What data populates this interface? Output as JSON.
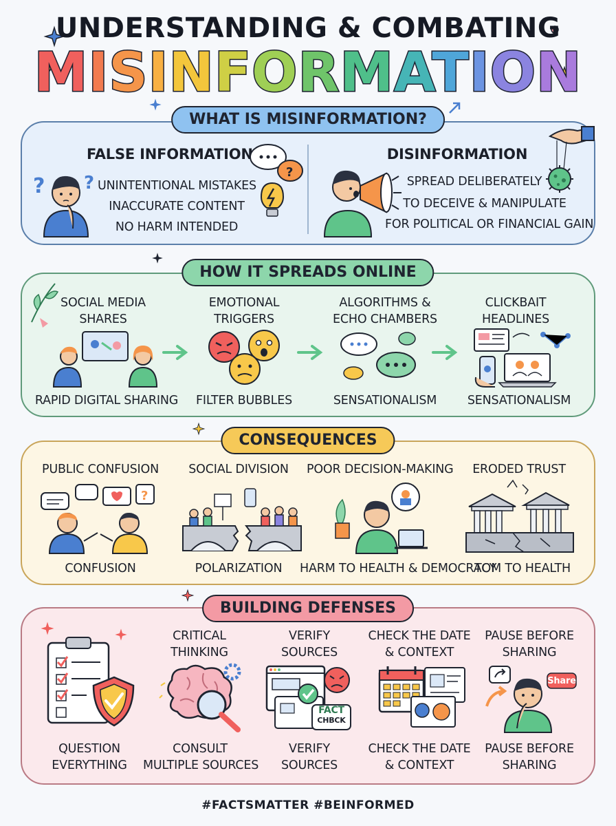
{
  "title_top": "UNDERSTANDING & COMBATING",
  "title_main_letters": [
    {
      "ch": "M",
      "color": "#f0605d"
    },
    {
      "ch": "I",
      "color": "#f27a4f"
    },
    {
      "ch": "S",
      "color": "#f5954a"
    },
    {
      "ch": "I",
      "color": "#f8b043"
    },
    {
      "ch": "N",
      "color": "#f3c63c"
    },
    {
      "ch": "F",
      "color": "#cfcf45"
    },
    {
      "ch": "O",
      "color": "#9fcf55"
    },
    {
      "ch": "R",
      "color": "#6fc46a"
    },
    {
      "ch": "M",
      "color": "#4fbf8a"
    },
    {
      "ch": "A",
      "color": "#46b5b6"
    },
    {
      "ch": "T",
      "color": "#4fa6d9"
    },
    {
      "ch": "I",
      "color": "#6c94e2"
    },
    {
      "ch": "O",
      "color": "#8b84e0"
    },
    {
      "ch": "N",
      "color": "#a97bdd"
    }
  ],
  "sections": {
    "what": {
      "heading": "WHAT IS MISINFORMATION?",
      "false_info": {
        "title": "FALSE INFORMATION",
        "lines": [
          "UNINTENTIONAL MISTAKES",
          "INACCURATE CONTENT",
          "NO HARM INTENDED"
        ]
      },
      "disinfo": {
        "title": "DISINFORMATION",
        "lines": [
          "SPREAD DELIBERATELY",
          "TO DECEIVE & MANIPULATE",
          "FOR POLITICAL OR FINANCIAL GAIN"
        ]
      }
    },
    "spreads": {
      "heading": "HOW IT SPREADS ONLINE",
      "items": [
        {
          "top1": "SOCIAL MEDIA",
          "top2": "SHARES",
          "bottom": "RAPID DIGITAL SHARING"
        },
        {
          "top1": "EMOTIONAL",
          "top2": "TRIGGERS",
          "bottom": "FILTER BUBBLES"
        },
        {
          "top1": "ALGORITHMS &",
          "top2": "ECHO CHAMBERS",
          "bottom": "SENSATIONALISM"
        },
        {
          "top1": "CLICKBAIT",
          "top2": "HEADLINES",
          "bottom": "SENSATIONALISM"
        }
      ]
    },
    "consequences": {
      "heading": "CONSEQUENCES",
      "items": [
        {
          "top": "PUBLIC CONFUSION",
          "bottom": "CONFUSION"
        },
        {
          "top": "SOCIAL DIVISION",
          "bottom": "POLARIZATION"
        },
        {
          "top": "POOR DECISION-MAKING",
          "bottom": "HARM TO HEALTH & DEMOCRACY"
        },
        {
          "top": "ERODED TRUST",
          "bottom": "TOM TO HEALTH"
        }
      ]
    },
    "defenses": {
      "heading": "BUILDING DEFENSES",
      "items": [
        {
          "top1": "",
          "top2": "",
          "bottom1": "QUESTION",
          "bottom2": "EVERYTHING"
        },
        {
          "top1": "CRITICAL",
          "top2": "THINKING",
          "bottom1": "CONSULT",
          "bottom2": "MULTIPLE SOURCES"
        },
        {
          "top1": "VERIFY",
          "top2": "SOURCES",
          "bottom1": "VERIFY",
          "bottom2": "SOURCES"
        },
        {
          "top1": "CHECK THE DATE",
          "top2": "& CONTEXT",
          "bottom1": "CHECK THE DATE",
          "bottom2": "& CONTEXT"
        },
        {
          "top1": "PAUSE BEFORE",
          "top2": "SHARING",
          "bottom1": "PAUSE BEFORE",
          "bottom2": "SHARING"
        }
      ],
      "fact_badge_1": "FACT",
      "fact_badge_2": "CHBCK",
      "share_badge": "Share"
    }
  },
  "footer": "#FACTSMATTER #BEINFORMED",
  "colors": {
    "blue_panel": "#e7f0fb",
    "green_panel": "#e9f5ee",
    "yellow_panel": "#fdf6e4",
    "pink_panel": "#fbe9ec"
  }
}
